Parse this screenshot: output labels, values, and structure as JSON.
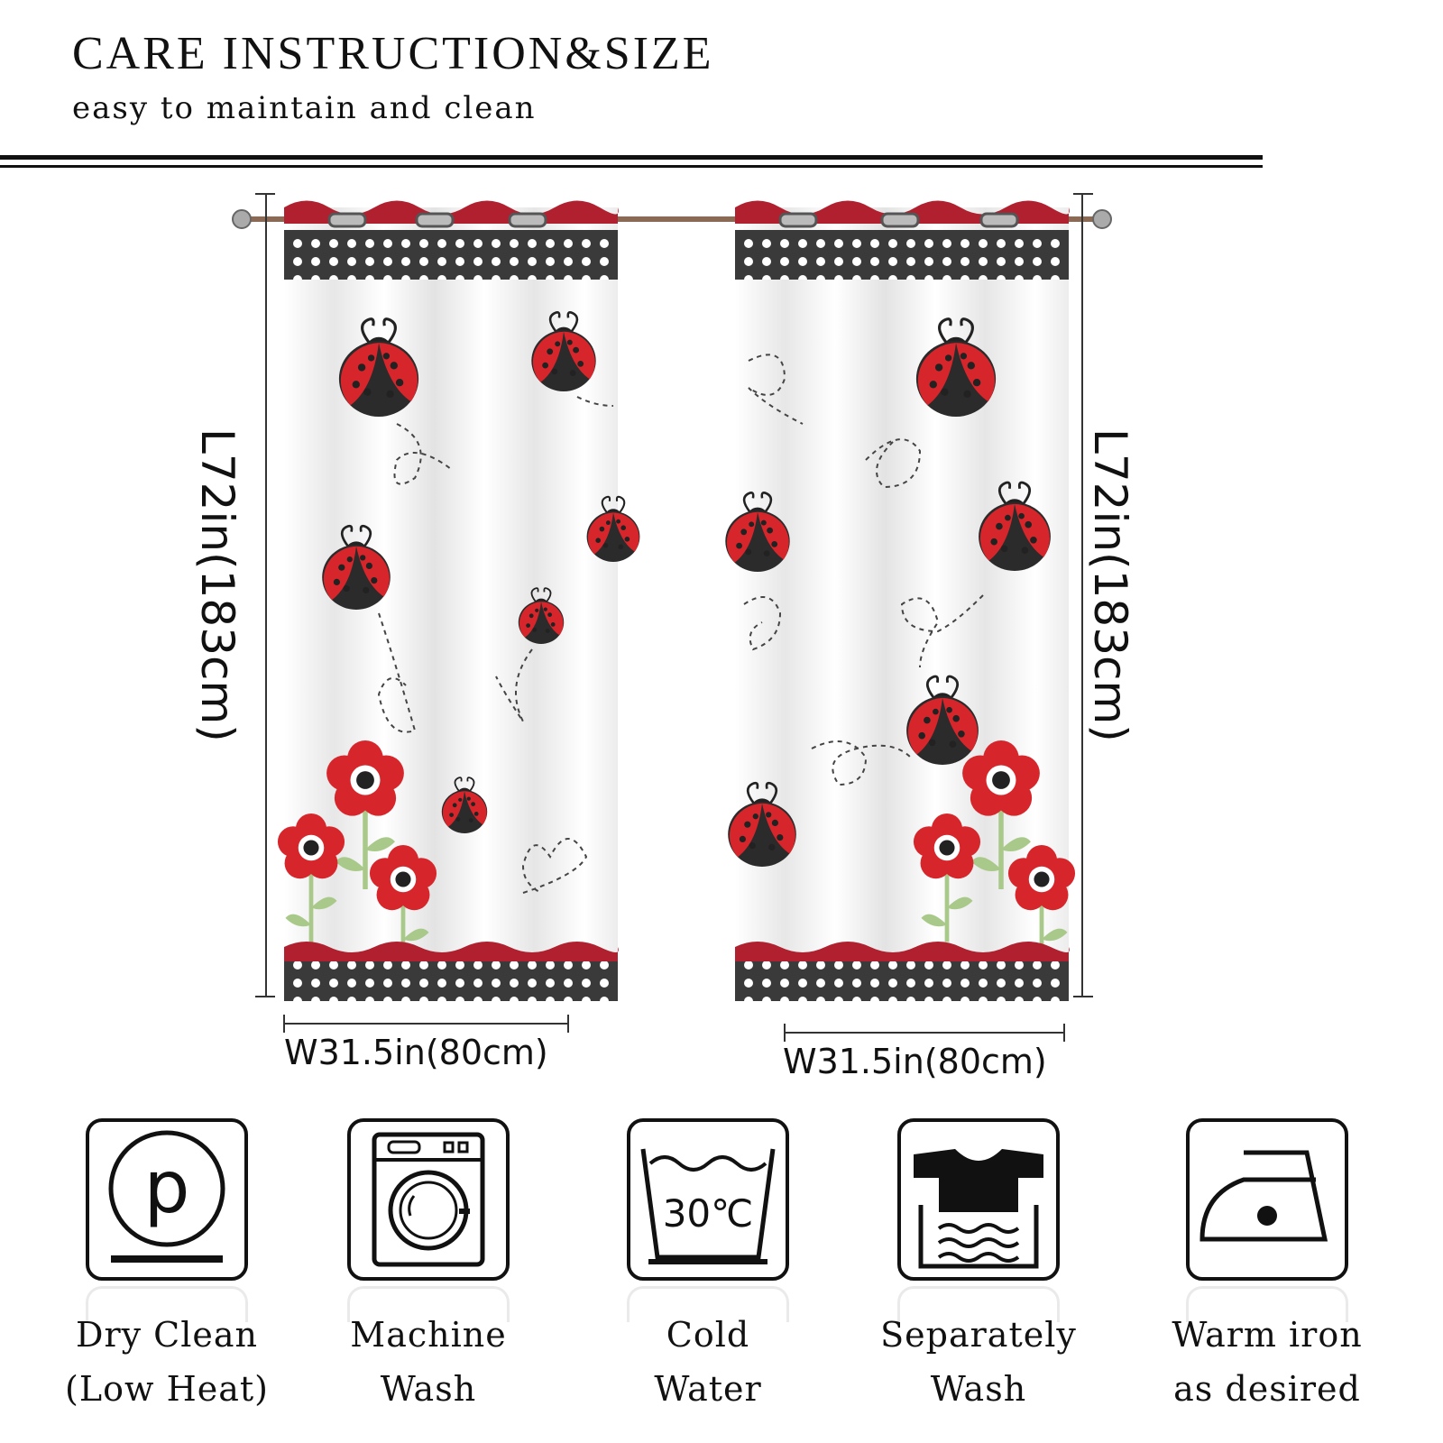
{
  "header": {
    "title": "CARE INSTRUCTION&SIZE",
    "subtitle": "easy to maintain and clean"
  },
  "dimensions": {
    "length_left": "L72in(183cm)",
    "length_right": "L72in(183cm)",
    "width_left": "W31.5in(80cm)",
    "width_right": "W31.5in(80cm)"
  },
  "colors": {
    "ladybug_red": "#d7262b",
    "dot_band": "#3a3a3a",
    "scallop": "#b0202f",
    "stem_green": "#a9c98a",
    "rod": "#8a6a55"
  },
  "care": [
    {
      "icon": "dry-clean-icon",
      "line1": "Dry Clean",
      "line2": "(Low Heat)"
    },
    {
      "icon": "washing-machine-icon",
      "line1": "Machine",
      "line2": "Wash"
    },
    {
      "icon": "wash-tub-icon",
      "symbol_text": "30℃",
      "line1": "Cold",
      "line2": "Water"
    },
    {
      "icon": "separate-wash-icon",
      "line1": "Separately",
      "line2": "Wash"
    },
    {
      "icon": "iron-icon",
      "line1": "Warm iron",
      "line2": "as desired"
    }
  ]
}
